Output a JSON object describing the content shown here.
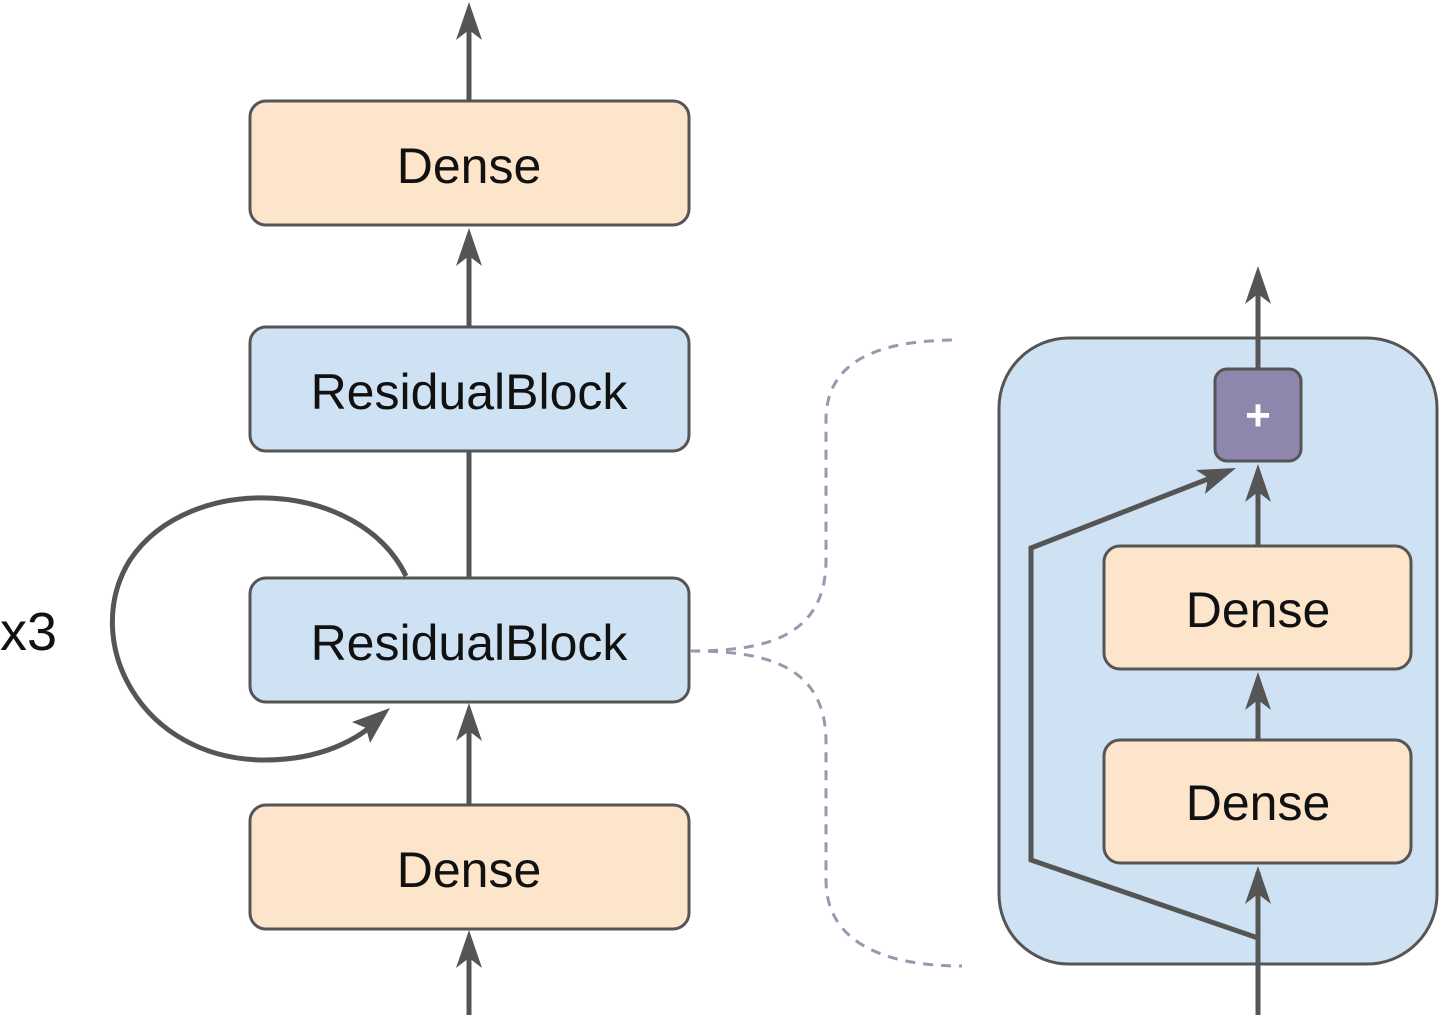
{
  "diagram": {
    "main_stack": {
      "top_dense": "Dense",
      "residual_block_upper": "ResidualBlock",
      "residual_block_lower": "ResidualBlock",
      "bottom_dense": "Dense"
    },
    "repeat_label": "x3",
    "detail_block": {
      "add_symbol": "+",
      "upper_dense": "Dense",
      "lower_dense": "Dense"
    },
    "colors": {
      "dense_fill": "#fde5cc",
      "residual_fill": "#cfe2f3",
      "add_fill": "#8e86ac",
      "stroke": "#555555",
      "dashed_connector": "#9a98b0"
    }
  }
}
